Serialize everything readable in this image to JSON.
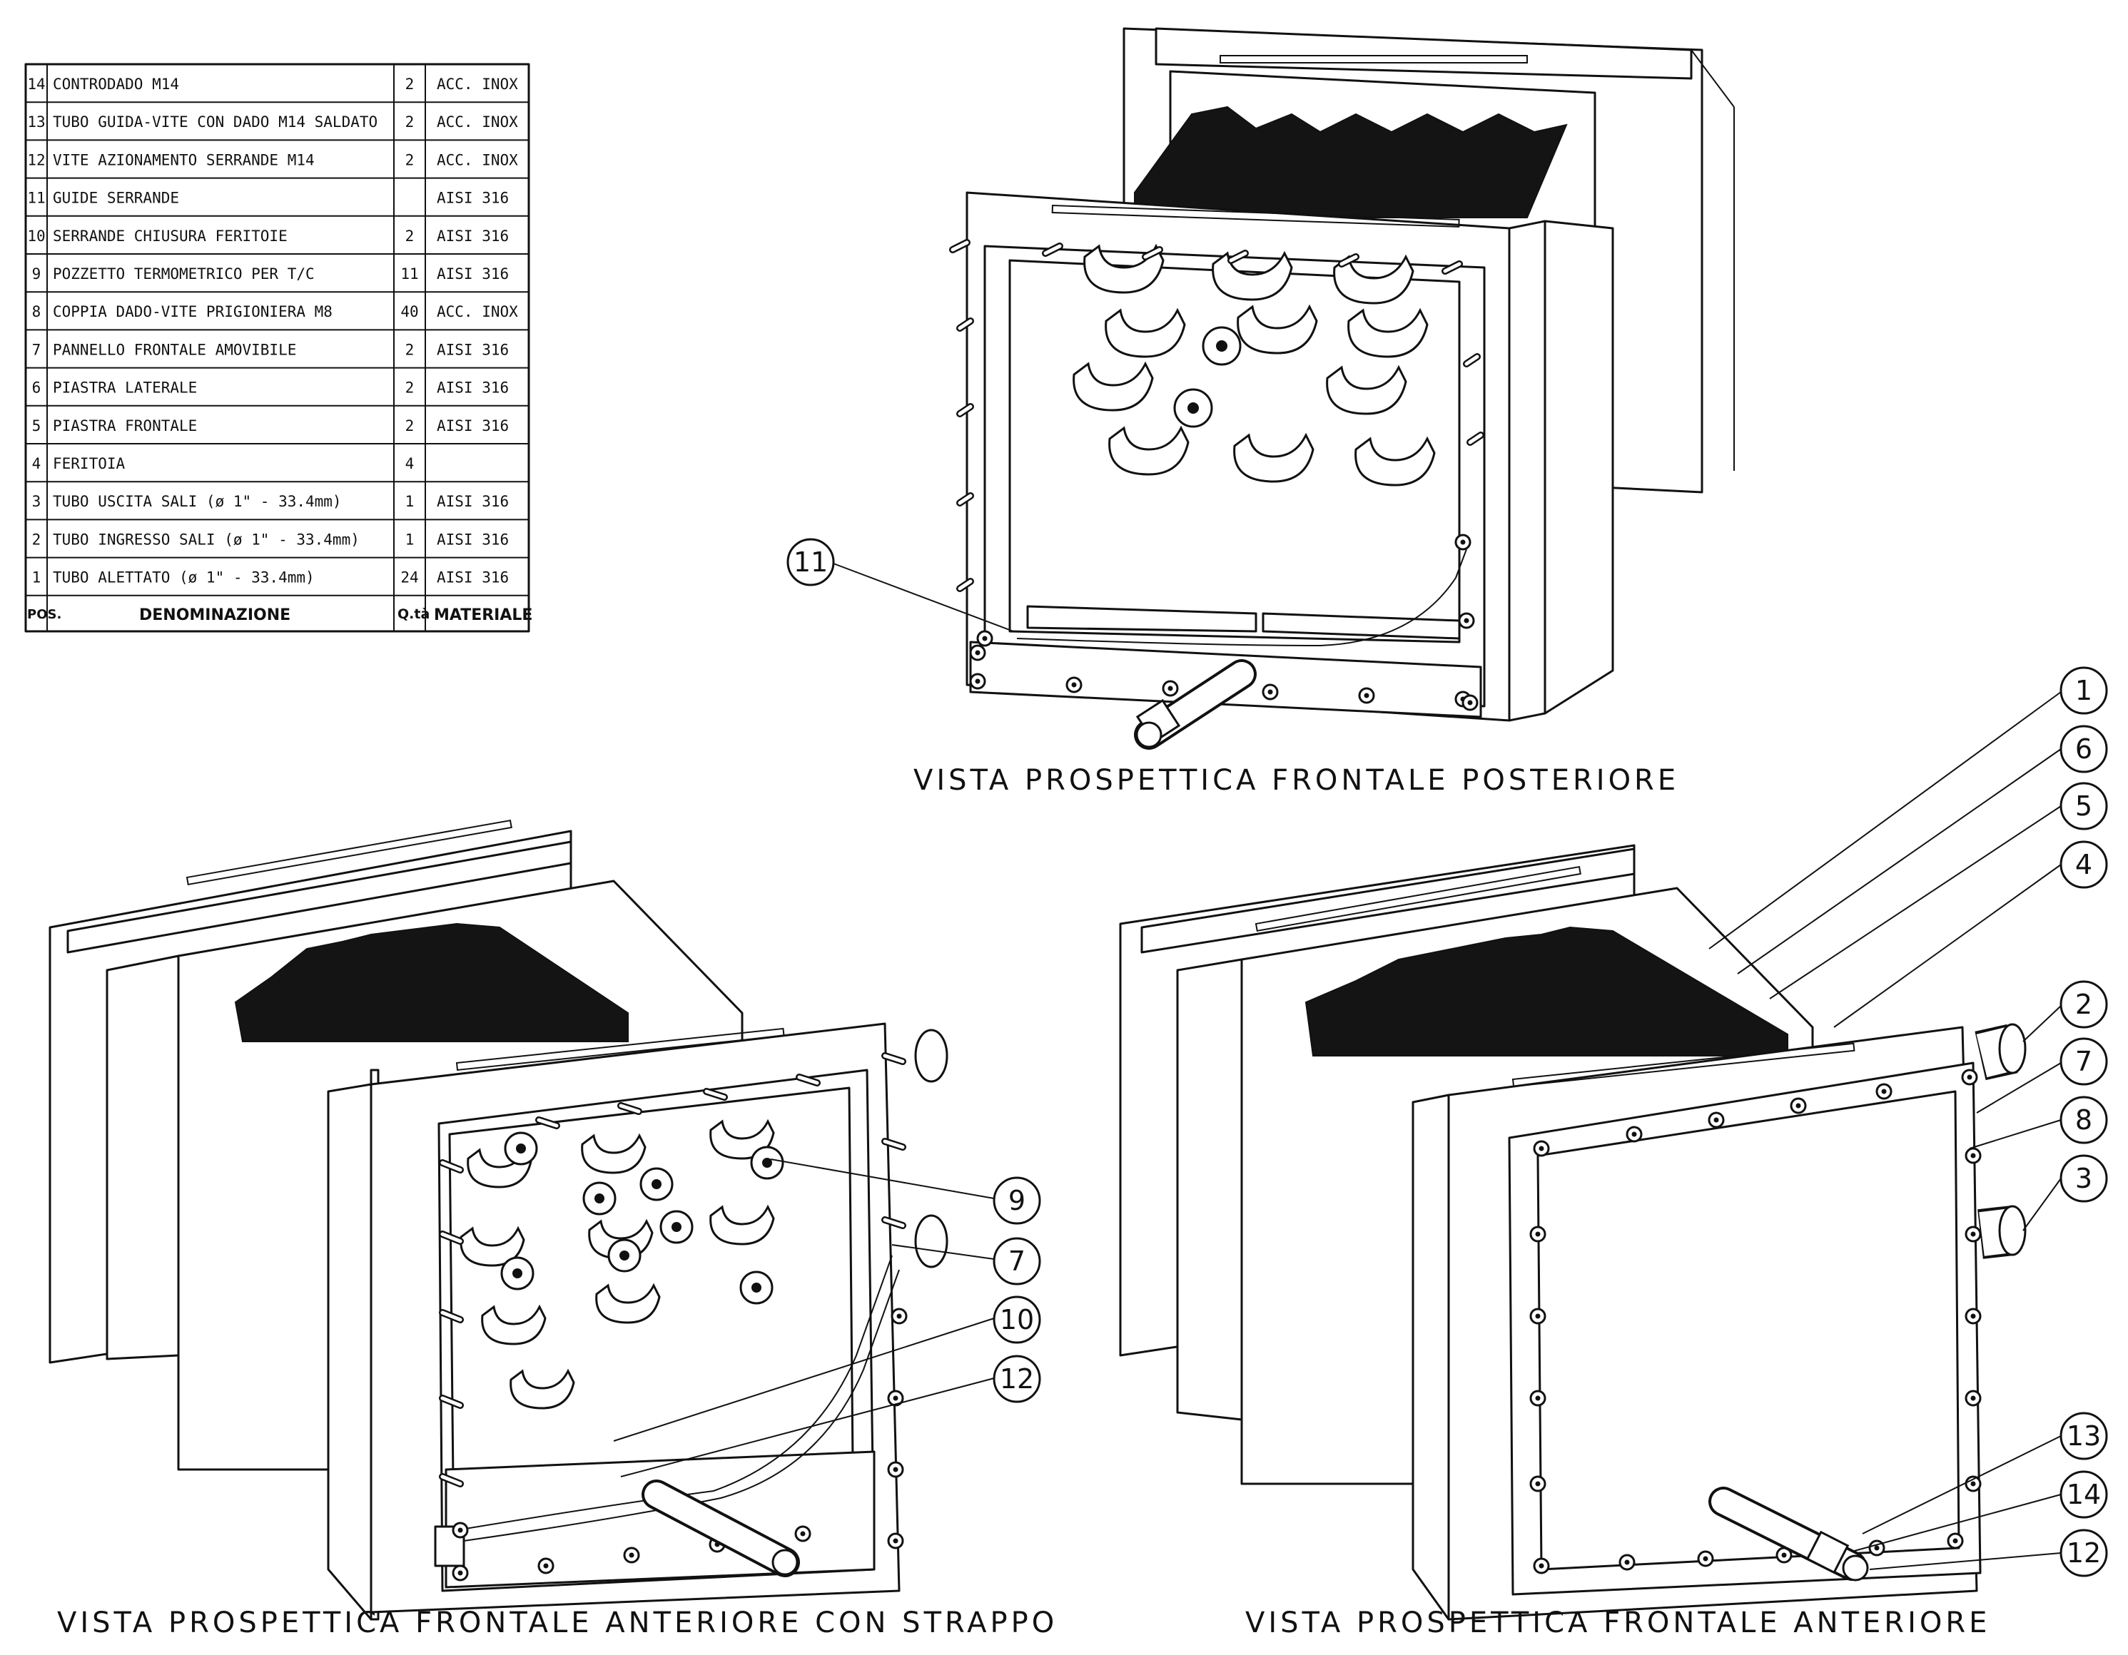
{
  "parts_list": {
    "header": {
      "pos": "POS.",
      "name": "DENOMINAZIONE",
      "qty": "Q.tà",
      "material": "MATERIALE"
    },
    "rows": [
      {
        "pos": "14",
        "name": "CONTRODADO M14",
        "qty": "2",
        "material": "ACC. INOX"
      },
      {
        "pos": "13",
        "name": "TUBO GUIDA-VITE CON DADO M14 SALDATO",
        "qty": "2",
        "material": "ACC. INOX"
      },
      {
        "pos": "12",
        "name": "VITE AZIONAMENTO SERRANDE M14",
        "qty": "2",
        "material": "ACC. INOX"
      },
      {
        "pos": "11",
        "name": "GUIDE SERRANDE",
        "qty": "",
        "material": "AISI 316"
      },
      {
        "pos": "10",
        "name": "SERRANDE CHIUSURA FERITOIE",
        "qty": "2",
        "material": "AISI 316"
      },
      {
        "pos": "9",
        "name": "POZZETTO TERMOMETRICO PER T/C",
        "qty": "11",
        "material": "AISI 316"
      },
      {
        "pos": "8",
        "name": "COPPIA DADO-VITE PRIGIONIERA M8",
        "qty": "40",
        "material": "ACC. INOX"
      },
      {
        "pos": "7",
        "name": "PANNELLO FRONTALE AMOVIBILE",
        "qty": "2",
        "material": "AISI 316"
      },
      {
        "pos": "6",
        "name": "PIASTRA LATERALE",
        "qty": "2",
        "material": "AISI 316"
      },
      {
        "pos": "5",
        "name": "PIASTRA FRONTALE",
        "qty": "2",
        "material": "AISI 316"
      },
      {
        "pos": "4",
        "name": "FERITOIA",
        "qty": "4",
        "material": ""
      },
      {
        "pos": "3",
        "name": "TUBO USCITA SALI (ø 1\" - 33.4mm)",
        "qty": "1",
        "material": "AISI 316"
      },
      {
        "pos": "2",
        "name": "TUBO INGRESSO SALI (ø 1\" - 33.4mm)",
        "qty": "1",
        "material": "AISI 316"
      },
      {
        "pos": "1",
        "name": "TUBO ALETTATO (ø 1\" - 33.4mm)",
        "qty": "24",
        "material": "AISI 316"
      }
    ]
  },
  "views": {
    "rear": "VISTA PROSPETTICA FRONTALE POSTERIORE",
    "cutaway": "VISTA PROSPETTICA FRONTALE ANTERIORE CON STRAPPO",
    "front": "VISTA PROSPETTICA FRONTALE ANTERIORE"
  },
  "balloons": {
    "rear": [
      "11"
    ],
    "cutaway": [
      "9",
      "7",
      "10",
      "12"
    ],
    "front": [
      "1",
      "6",
      "5",
      "4",
      "2",
      "7",
      "8",
      "3",
      "13",
      "14",
      "12"
    ]
  }
}
